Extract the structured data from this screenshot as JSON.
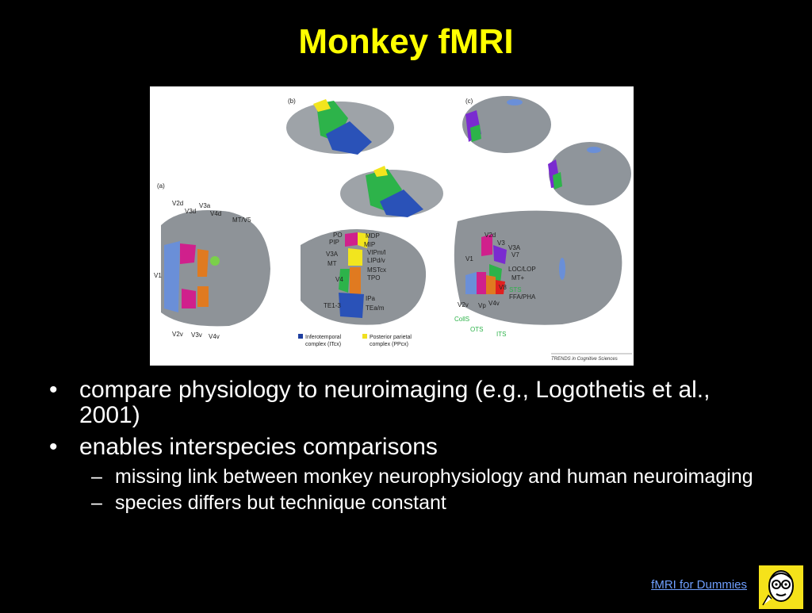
{
  "slide": {
    "title": "Monkey fMRI",
    "bullets": [
      {
        "text": "compare physiology to neuroimaging (e.g., Logothetis et al., 2001)",
        "sub": []
      },
      {
        "text": "enables interspecies comparisons",
        "sub": [
          "missing link between monkey neurophysiology and human neuroimaging",
          "species differs but technique constant"
        ]
      }
    ],
    "bullet_glyph": "•",
    "sub_glyph": "–",
    "footer_link": "fMRI for Dummies"
  },
  "figure": {
    "panel_a": "(a)",
    "panel_b": "(b)",
    "panel_c": "(c)",
    "labels_a": [
      "V2d",
      "V3d",
      "V3a",
      "V4d",
      "MT/V5",
      "V1",
      "V2v",
      "V3v",
      "V4v"
    ],
    "labels_b": [
      "PO",
      "PIP",
      "MDP",
      "MIP",
      "VIPm/l",
      "LIPd/v",
      "V3A",
      "MT",
      "MSTcx",
      "TPO",
      "V4",
      "IPa",
      "TE1-3",
      "TEa/m"
    ],
    "labels_c": [
      "V2d",
      "V3",
      "V3A",
      "V7",
      "V1",
      "LOC/LOP",
      "MT+",
      "V8",
      "STS",
      "FFA/PHA",
      "V2v",
      "Vp",
      "V4v",
      "CollS",
      "OTS",
      "ITS"
    ],
    "legend": [
      {
        "line1": "Inferotemporal",
        "line2": "complex (ITcx)",
        "color": "#1f3fa0"
      },
      {
        "line1": "Posterior parietal",
        "line2": "complex (PPcx)",
        "color": "#f0e020"
      }
    ],
    "credit": "TRENDS in Cognitive Sciences",
    "colors": {
      "green": "#2db34a",
      "blue": "#2a52b8",
      "yellow": "#f2e51e",
      "magenta": "#d0208c",
      "orange": "#e07a20"
    }
  }
}
